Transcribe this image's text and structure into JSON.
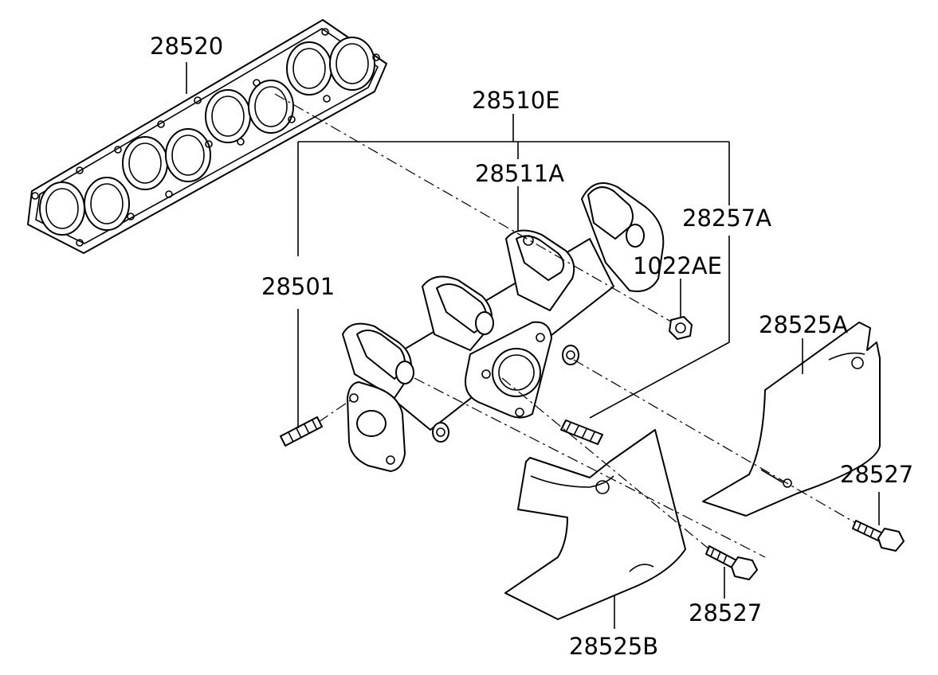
{
  "labels": {
    "gasket": "28520",
    "manifold_assembly": "28510E",
    "manifold": "28511A",
    "stud_right": "28257A",
    "nut": "1022AE",
    "stud_left": "28501",
    "heat_protector_upper": "28525A",
    "bolt_upper": "28527",
    "bolt_lower": "28527",
    "heat_protector_lower": "28525B"
  },
  "colors": {
    "line": "#000000",
    "background": "#ffffff"
  }
}
